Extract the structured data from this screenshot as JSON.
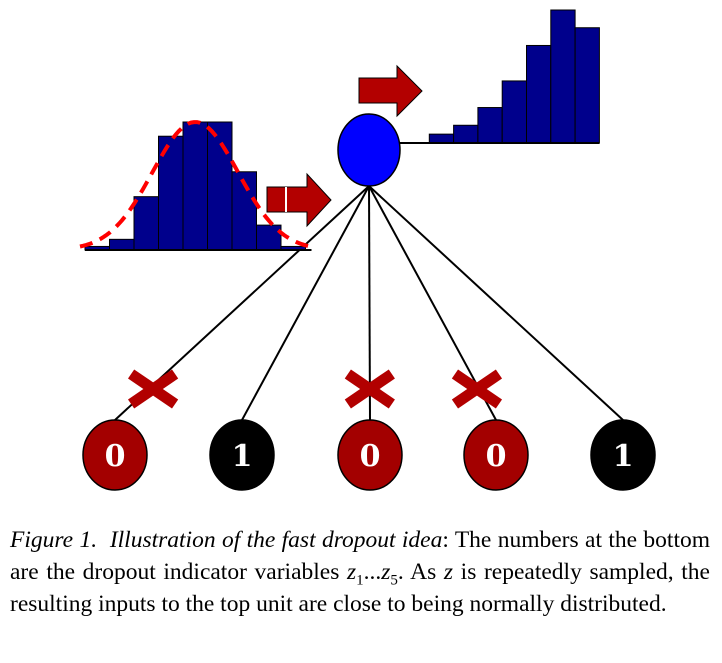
{
  "figure": {
    "input_units": [
      {
        "value": 0,
        "dropped": true
      },
      {
        "value": 1,
        "dropped": false
      },
      {
        "value": 0,
        "dropped": true
      },
      {
        "value": 0,
        "dropped": true
      },
      {
        "value": 1,
        "dropped": false
      }
    ],
    "left_histogram": {
      "values": [
        1,
        3,
        15,
        32,
        36,
        36,
        22,
        7,
        1
      ],
      "gaussian_overlay": true
    },
    "right_histogram": {
      "values": [
        0,
        1,
        2,
        4,
        7,
        11,
        15,
        13
      ]
    },
    "colors": {
      "bars": "#00008c",
      "top_unit": "#0000ff",
      "dropped_unit": "#a30000",
      "kept_unit": "#000000",
      "cross": "#b20000",
      "arrow": "#b30000",
      "gaussian": "#ff0000",
      "lines": "#000000"
    }
  },
  "caption": {
    "label": "Figure 1.",
    "title": "Illustration of the fast dropout idea",
    "text_1": ": The numbers at the bottom are the dropout indicator variables ",
    "var_1": "z",
    "sub_1": "1",
    "ellipsis": "...",
    "var_2": "z",
    "sub_2": "5",
    "text_2": ".  As ",
    "var_3": "z",
    "text_3": " is repeatedly sampled, the resulting inputs to the top unit are close to being normally distributed."
  }
}
